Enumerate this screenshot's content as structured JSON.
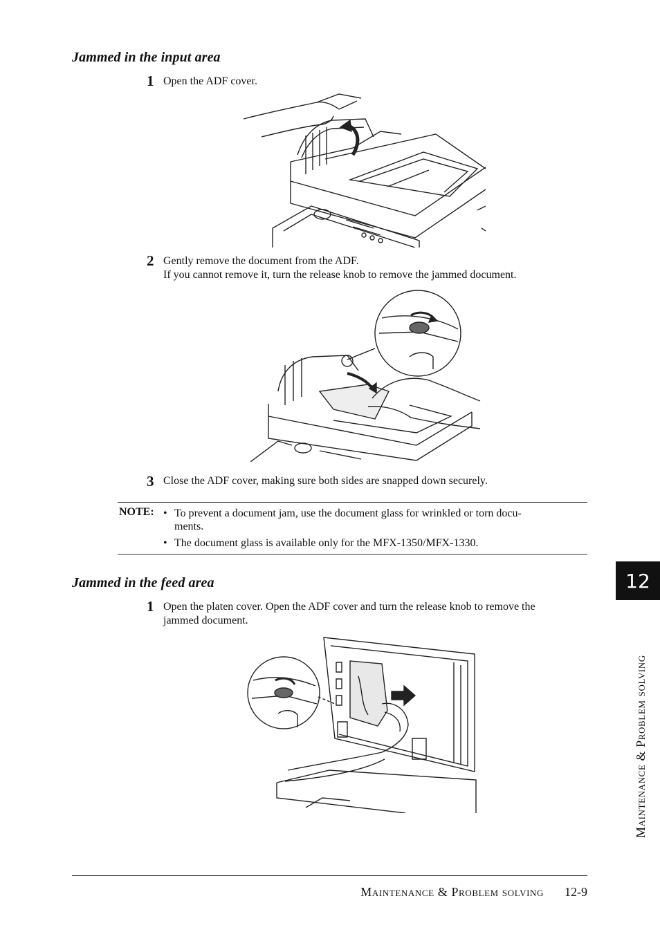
{
  "sections": {
    "input": {
      "heading": "Jammed in the input area",
      "steps": [
        {
          "num": "1",
          "lines": [
            "Open the ADF cover."
          ]
        },
        {
          "num": "2",
          "lines": [
            "Gently remove the document from the ADF.",
            "If you cannot remove it, turn the release knob to remove the jammed document."
          ]
        },
        {
          "num": "3",
          "lines": [
            "Close the ADF cover, making sure both sides are snapped down securely."
          ]
        }
      ]
    },
    "feed": {
      "heading": "Jammed in the feed area",
      "steps": [
        {
          "num": "1",
          "lines": [
            "Open the platen cover. Open the ADF cover and turn the release knob to remove the",
            "jammed document."
          ]
        }
      ]
    }
  },
  "note": {
    "label": "NOTE:",
    "items": [
      {
        "bullet": "•",
        "lines": [
          "To prevent a document jam, use the document glass for wrinkled or torn docu-",
          "ments."
        ]
      },
      {
        "bullet": "•",
        "lines": [
          "The document glass is available only for the MFX-1350/MFX-1330."
        ]
      }
    ]
  },
  "chapter_tab": "12",
  "side_label": "Maintenance & Problem solving",
  "footer": {
    "label": "Maintenance & Problem solving",
    "page": "12-9"
  }
}
